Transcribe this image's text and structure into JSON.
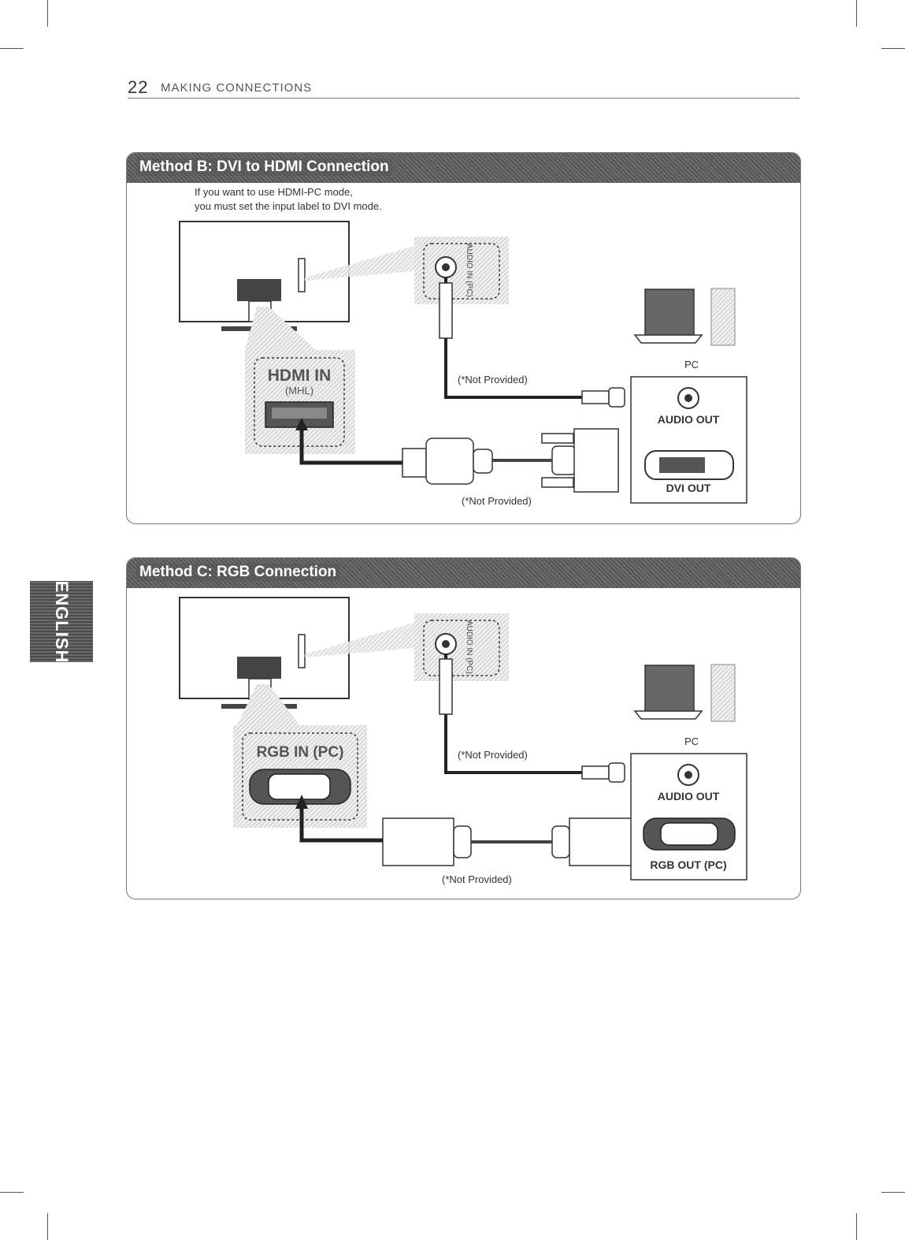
{
  "header": {
    "page_number": "22",
    "section_title": "MAKING CONNECTIONS"
  },
  "side_tab": {
    "label": "ENGLISH"
  },
  "method_b": {
    "title": "Method B: DVI to HDMI Connection",
    "note_line1": "If you want to use HDMI-PC mode,",
    "note_line2": "you must set the input label to DVI mode.",
    "tv_port_title": "HDMI IN",
    "tv_port_sub": "(MHL)",
    "audio_port_label": "AUDIO IN (PC)",
    "not_provided_audio": "(*Not Provided)",
    "not_provided_video": "(*Not Provided)",
    "pc_label": "PC",
    "audio_out": "AUDIO OUT",
    "video_out": "DVI OUT"
  },
  "method_c": {
    "title": "Method C: RGB Connection",
    "tv_port_title": "RGB IN (PC)",
    "audio_port_label": "AUDIO IN (PC)",
    "not_provided_audio": "(*Not Provided)",
    "not_provided_video": "(*Not Provided)",
    "pc_label": "PC",
    "audio_out": "AUDIO OUT",
    "video_out": "RGB OUT (PC)"
  },
  "colors": {
    "panel_border": "#777777",
    "title_bar": "#5e5e5e",
    "cable": "#222222"
  },
  "icons": [
    "tv-icon",
    "laptop-icon",
    "pc-tower-icon",
    "audio-jack-icon",
    "hdmi-port-icon",
    "dvi-connector-icon",
    "vga-connector-icon"
  ]
}
